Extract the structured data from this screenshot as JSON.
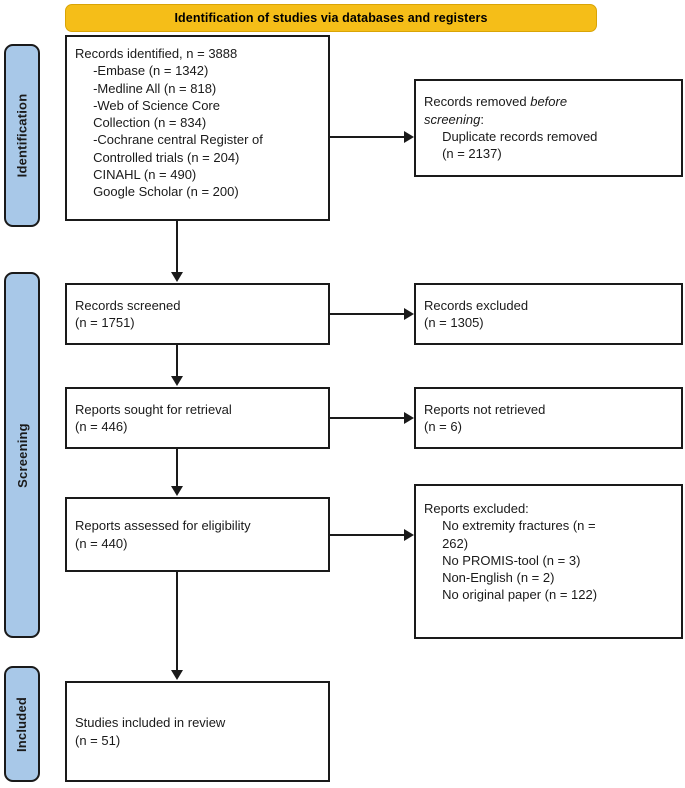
{
  "diagram": {
    "type": "prisma-flow-diagram",
    "header": {
      "title": "Identification of studies via databases and registers",
      "color": "#F5BE18"
    },
    "stage_label_color": "#A8C8E8",
    "stages": [
      {
        "name": "identification",
        "label": "Identification"
      },
      {
        "name": "screening",
        "label": "Screening"
      },
      {
        "name": "included",
        "label": "Included"
      }
    ],
    "boxes": {
      "records_identified": {
        "text": "Records identified, n = 3888\n     -Embase (n = 1342)\n     -Medline All (n = 818)\n     -Web of Science Core\n     Collection (n = 834)\n     -Cochrane central Register of\n     Controlled trials (n = 204)\n     CINAHL (n = 490)\n     Google Scholar (n = 200)"
      },
      "records_removed": {
        "line1_prefix": "Records removed ",
        "line1_italic": "before",
        "line2_italic": "screening",
        "line2_suffix": ":",
        "line3": "     Duplicate records removed",
        "line4": "     (n = 2137)"
      },
      "records_screened": {
        "text": "Records screened\n(n = 1751)"
      },
      "records_excluded": {
        "text": "Records excluded\n(n = 1305)"
      },
      "reports_sought": {
        "text": "Reports sought for retrieval\n(n = 446)"
      },
      "reports_not_retrieved": {
        "text": "Reports not retrieved\n(n = 6)"
      },
      "reports_assessed": {
        "text": "Reports assessed for eligibility\n(n = 440)"
      },
      "reports_excluded": {
        "text": "Reports excluded:\n     No extremity fractures (n =\n     262)\n     No PROMIS-tool (n = 3)\n     Non-English (n = 2)\n     No original paper (n = 122)"
      },
      "studies_included": {
        "text": "Studies included in review\n(n = 51)"
      }
    },
    "counts": {
      "records_identified_total": 3888,
      "embase": 1342,
      "medline_all": 818,
      "web_of_science_core_collection": 834,
      "cochrane_central_register_controlled_trials": 204,
      "cinahl": 490,
      "google_scholar": 200,
      "duplicate_records_removed": 2137,
      "records_screened": 1751,
      "records_excluded": 1305,
      "reports_sought_for_retrieval": 446,
      "reports_not_retrieved": 6,
      "reports_assessed_for_eligibility": 440,
      "excluded_no_extremity_fractures": 262,
      "excluded_no_promis_tool": 3,
      "excluded_non_english": 2,
      "excluded_no_original_paper": 122,
      "studies_included_in_review": 51
    }
  }
}
